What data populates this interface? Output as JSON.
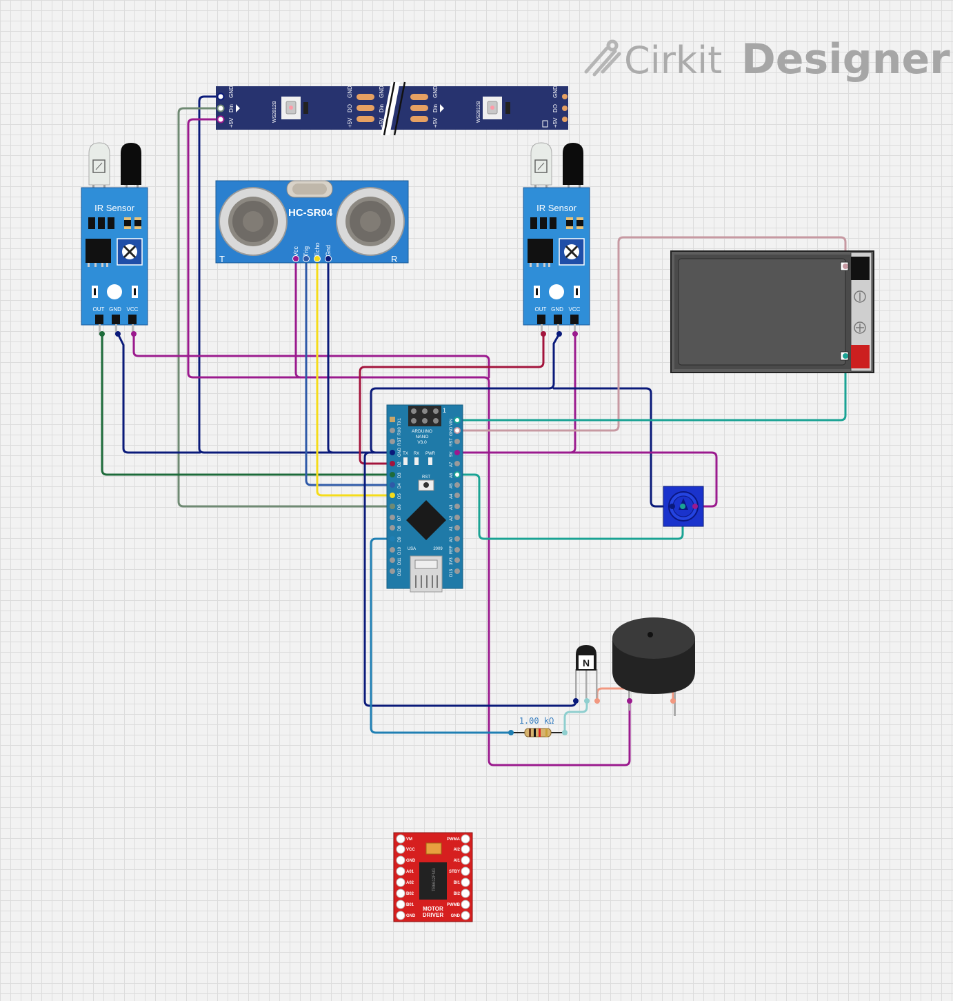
{
  "brand": {
    "name1": "Cirkit",
    "name2": "Designer"
  },
  "led_strip": {
    "chip_label": "WS2812B",
    "pins_left": [
      "GND",
      "Din",
      "+5V"
    ],
    "pins_mid_left": [
      "GND",
      "DO",
      "+5V"
    ],
    "pins_mid_right": [
      "GND",
      "Din",
      "+5V"
    ],
    "pins_right": [
      "GND",
      "DO",
      "+5V"
    ]
  },
  "ir_sensor_left": {
    "title": "IR Sensor",
    "pins": [
      "OUT",
      "GND",
      "VCC"
    ]
  },
  "ir_sensor_right": {
    "title": "IR Sensor",
    "pins": [
      "OUT",
      "GND",
      "VCC"
    ]
  },
  "ultrasonic": {
    "title": "HC-SR04",
    "pins": [
      "Vcc",
      "Trig",
      "Echo",
      "Gnd"
    ],
    "left_mark": "T",
    "right_mark": "R"
  },
  "arduino": {
    "title_line1": "ARDUINO",
    "title_line2": "NANO",
    "title_line3": "V3.0",
    "led_labels": [
      "TX",
      "RX",
      "PWR"
    ],
    "rst_label": "RST",
    "icsp_num": "1",
    "usa": "USA",
    "year": "2009",
    "left_pins": [
      "TX1",
      "RX0",
      "RST",
      "GND",
      "D2",
      "D3",
      "D4",
      "D5",
      "D6",
      "D7",
      "D8",
      "D9",
      "D10",
      "D11",
      "D12"
    ],
    "right_pins": [
      "VIN",
      "GND",
      "RST",
      "5V",
      "A7",
      "A6",
      "A5",
      "A4",
      "A3",
      "A2",
      "A1",
      "A0",
      "REF",
      "3V3",
      "D13"
    ]
  },
  "resistor": {
    "label": "1.00 kΩ"
  },
  "motor_driver": {
    "left_pins": [
      "VM",
      "VCC",
      "GND",
      "A01",
      "A02",
      "B02",
      "B01",
      "GND"
    ],
    "right_pins": [
      "PWMA",
      "AI2",
      "AI1",
      "STBY",
      "BI1",
      "BI2",
      "PWMB",
      "GND"
    ],
    "label1": "MOTOR",
    "label2": "DRIVER",
    "chip": "TB6612FNG"
  },
  "colors": {
    "navy": "#0a1a7a",
    "magenta": "#9b1a8e",
    "dark_green": "#1d6b3a",
    "gray_green": "#6f8a73",
    "crimson": "#a3143c",
    "blue": "#2f5aa8",
    "yellow": "#f5dc1a",
    "teal": "#1aa394",
    "pink": "#c799a2",
    "cyan_blue": "#1f7fb3",
    "light_teal": "#8fcfcf",
    "salmon": "#f29880"
  }
}
